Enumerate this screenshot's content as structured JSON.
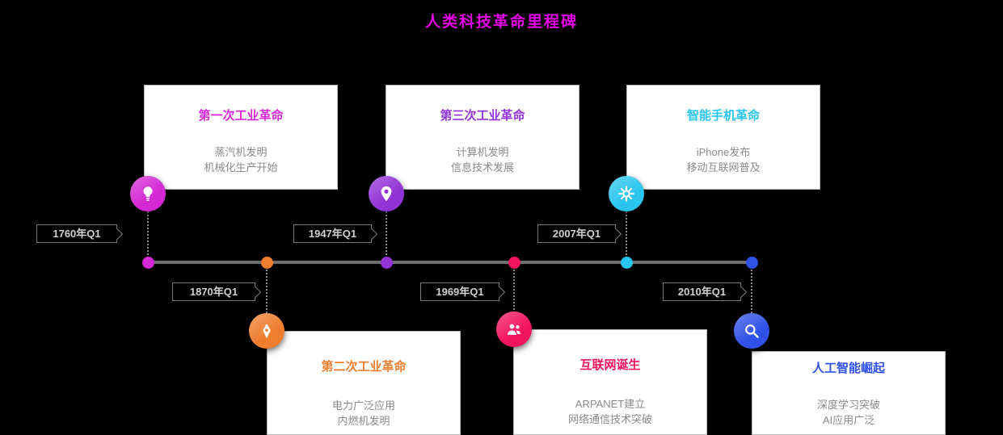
{
  "title": "人类科技革命里程碑",
  "colors": {
    "background": "#000000",
    "title": "#e800e8",
    "timeline_axis": "#6f6f6f",
    "card_background": "#ffffff",
    "card_border": "#b8b8b8",
    "description_text": "#8a8a8a",
    "date_text": "#cfcfcf",
    "date_border": "#7a7a7a",
    "milestone_1": "#d428d4",
    "milestone_2": "#ee7d2e",
    "milestone_3": "#9233d6",
    "milestone_4": "#f2135f",
    "milestone_5": "#29c5ee",
    "milestone_6": "#3050e8"
  },
  "milestones": [
    {
      "title": "第一次工业革命",
      "lines": [
        "蒸汽机发明",
        "机械化生产开始"
      ],
      "date": "1760年Q1",
      "color": "#d428d4",
      "icon": "lightbulb-icon",
      "side": "above"
    },
    {
      "title": "第二次工业革命",
      "lines": [
        "电力广泛应用",
        "内燃机发明"
      ],
      "date": "1870年Q1",
      "color": "#ee7d2e",
      "icon": "pen-icon",
      "side": "below"
    },
    {
      "title": "第三次工业革命",
      "lines": [
        "计算机发明",
        "信息技术发展"
      ],
      "date": "1947年Q1",
      "color": "#9233d6",
      "icon": "location-pin-icon",
      "side": "above"
    },
    {
      "title": "互联网诞生",
      "lines": [
        "ARPANET建立",
        "网络通信技术突破"
      ],
      "date": "1969年Q1",
      "color": "#f2135f",
      "icon": "people-icon",
      "side": "below"
    },
    {
      "title": "智能手机革命",
      "lines": [
        "iPhone发布",
        "移动互联网普及"
      ],
      "date": "2007年Q1",
      "color": "#29c5ee",
      "icon": "gear-icon",
      "side": "above"
    },
    {
      "title": "人工智能崛起",
      "lines": [
        "深度学习突破",
        "AI应用广泛"
      ],
      "date": "2010年Q1",
      "color": "#3050e8",
      "icon": "search-icon",
      "side": "below"
    }
  ]
}
